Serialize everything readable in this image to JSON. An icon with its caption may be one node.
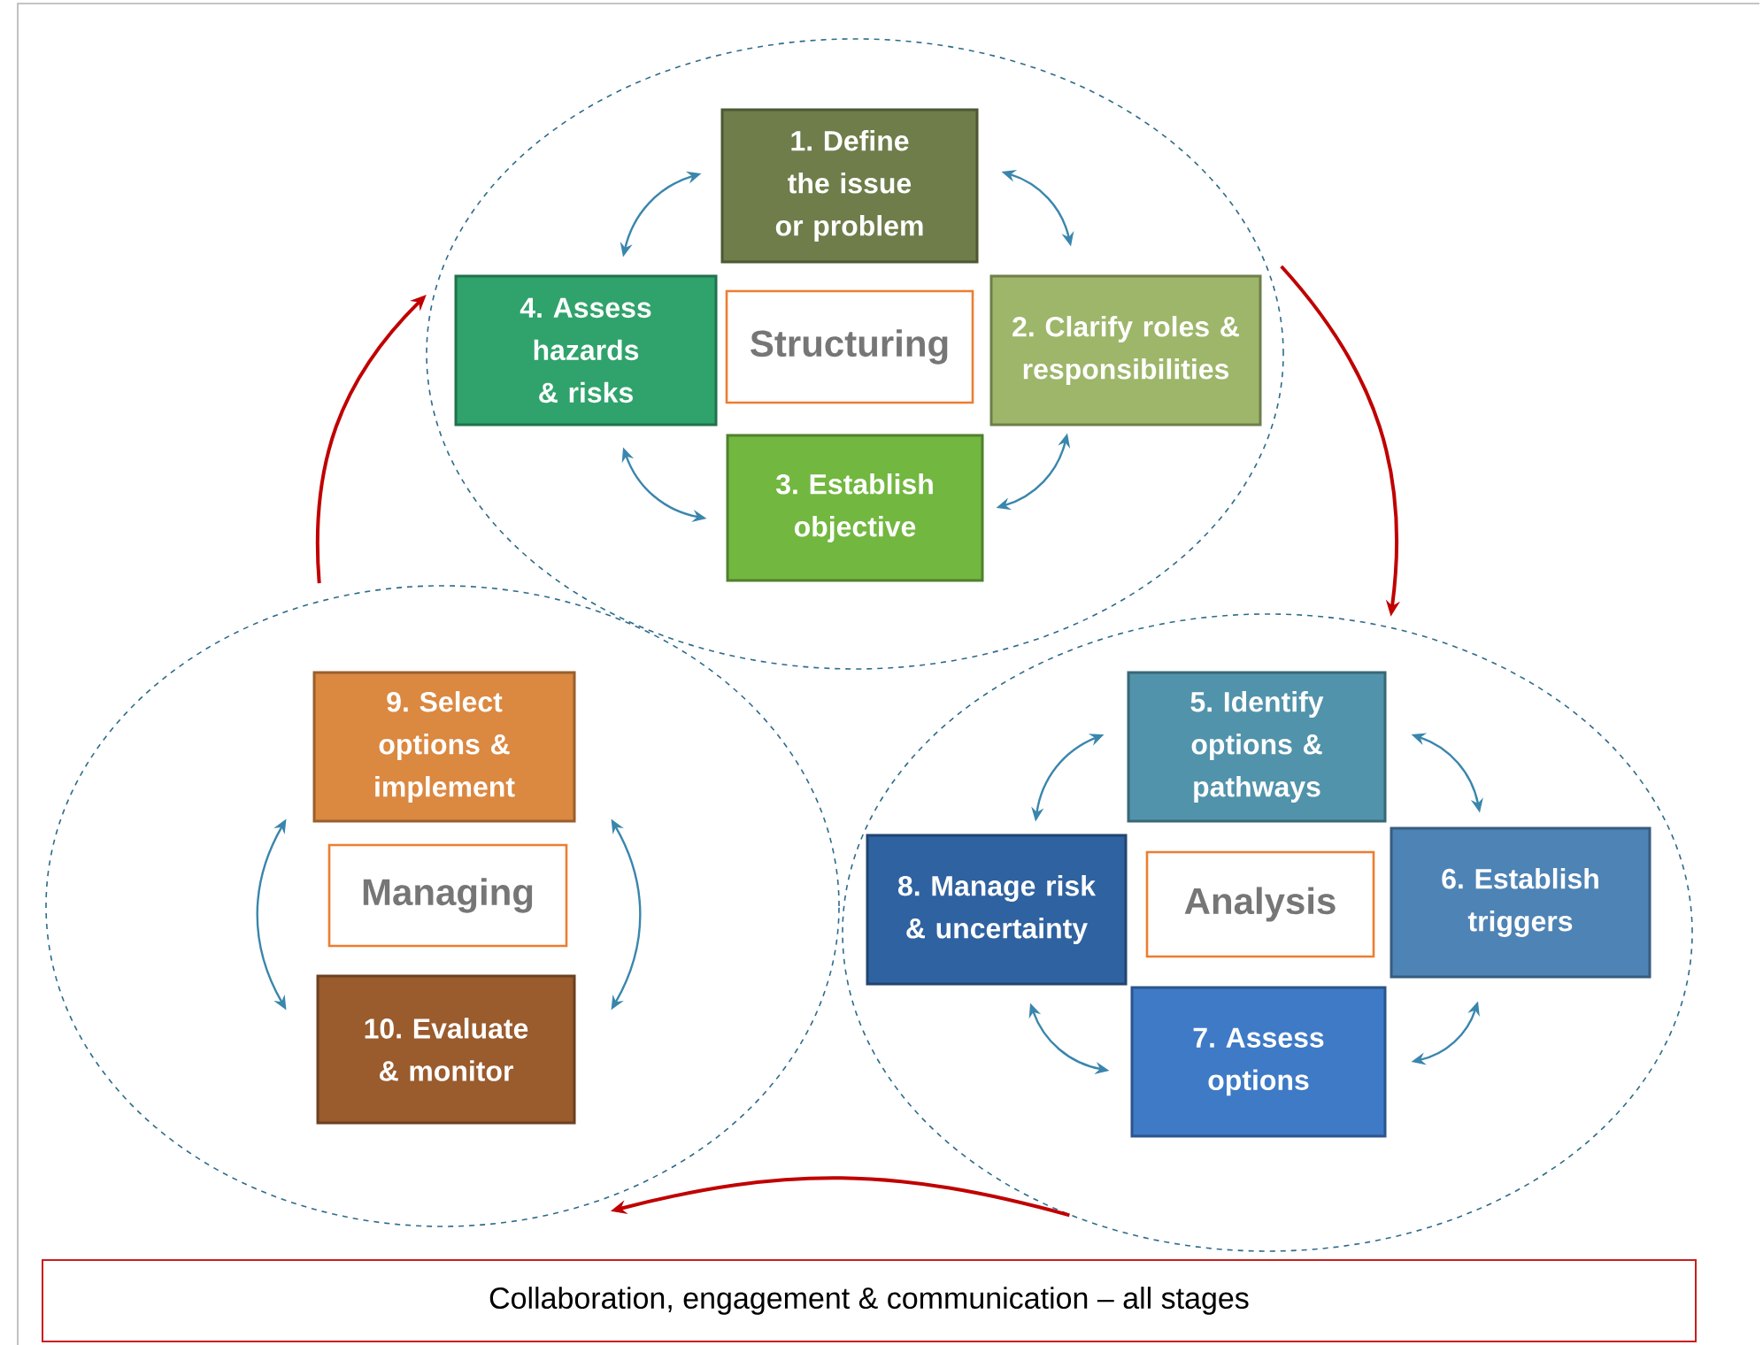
{
  "diagram": {
    "nodes": [
      {
        "text": [],
        "shape": "ellipse"
      },
      {
        "text": [
          "1. Define the issue or problem"
        ],
        "in": 0
      },
      {
        "text": [
          "Structuring"
        ],
        "in": 0
      },
      {
        "text": [
          "4. Assess hazards & risks"
        ],
        "in": 0
      },
      {
        "text": [
          "2. Clarify roles & responsibilities"
        ],
        "in": 0
      },
      {
        "text": [
          "3. Establish objective"
        ],
        "in": 0
      },
      {
        "text": [],
        "shape": "ellipse"
      },
      {
        "text": [
          "9. Select options & implement"
        ],
        "in": 6
      },
      {
        "text": [
          "Managing"
        ],
        "in": 6
      },
      {
        "text": [
          "10. Evaluate & monitor"
        ],
        "in": 6
      },
      {
        "text": [],
        "shape": "ellipse"
      },
      {
        "text": [
          "5. Identify options & pathways"
        ],
        "in": 10
      },
      {
        "text": [
          "8. Manage risk & uncertainty"
        ],
        "in": 10
      },
      {
        "text": [
          "Analysis"
        ],
        "in": 10
      },
      {
        "text": [
          "6. Establish triggers"
        ],
        "in": 10
      },
      {
        "text": [
          "7. Assess options"
        ],
        "in": 10
      },
      {
        "text": [
          "Collaboration, engagement & communication – all stages"
        ]
      }
    ],
    "edges": [
      {
        "from": 1,
        "to": 4,
        "arrow": "both"
      },
      {
        "from": 1,
        "to": 3,
        "arrow": "both"
      },
      {
        "from": 4,
        "to": 5,
        "arrow": "both"
      },
      {
        "from": 3,
        "to": 5,
        "arrow": "both"
      },
      {
        "from": 7,
        "to": 9,
        "arrow": "both"
      },
      {
        "from": 7,
        "to": 9,
        "arrow": "both"
      },
      {
        "from": 11,
        "to": 14,
        "arrow": "both"
      },
      {
        "from": 11,
        "to": 12,
        "arrow": "both"
      },
      {
        "from": 14,
        "to": 15,
        "arrow": "both"
      },
      {
        "from": 12,
        "to": 15,
        "arrow": "both"
      },
      {
        "from": 0,
        "to": 10,
        "arrow": "to",
        "color": "#c00000"
      },
      {
        "from": 10,
        "to": 6,
        "arrow": "to",
        "color": "#c00000"
      },
      {
        "from": 6,
        "to": 0,
        "arrow": "to",
        "color": "#c00000"
      }
    ]
  }
}
